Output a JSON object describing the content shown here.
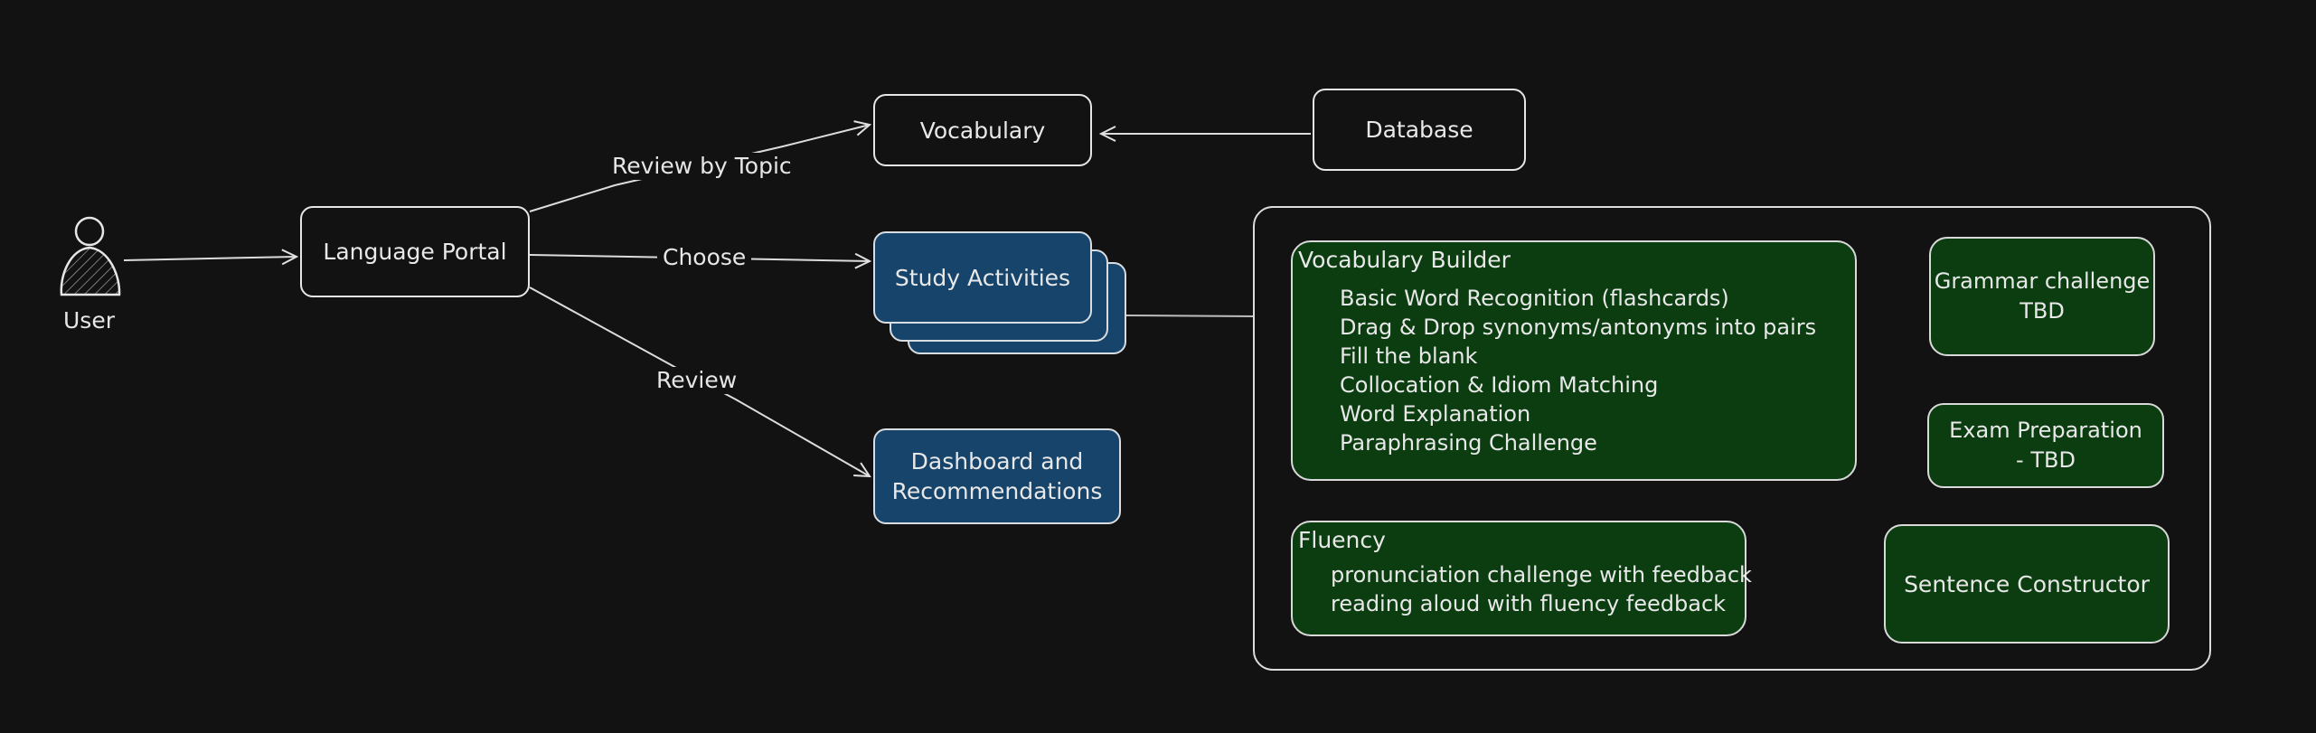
{
  "diagram": {
    "actor": {
      "label": "User"
    },
    "nodes": {
      "language_portal": "Language Portal",
      "vocabulary": "Vocabulary",
      "database": "Database",
      "study_activities": "Study Activities",
      "dashboard": "Dashboard and\nRecommendations"
    },
    "edges": {
      "review_by_topic": "Review by Topic",
      "choose": "Choose",
      "review": "Review"
    },
    "activities": {
      "vocabulary_builder": {
        "title": "Vocabulary Builder",
        "items": [
          "Basic Word Recognition (flashcards)",
          "Drag & Drop synonyms/antonyms into pairs",
          "Fill the blank",
          "Collocation & Idiom Matching",
          "Word Explanation",
          "Paraphrasing Challenge"
        ]
      },
      "fluency": {
        "title": "Fluency",
        "items": [
          "pronunciation challenge with feedback",
          "reading aloud with fluency feedback"
        ]
      },
      "grammar_challenge": "Grammar challenge\nTBD",
      "exam_preparation": "Exam Preparation\n- TBD",
      "sentence_constructor": "Sentence Constructor"
    }
  },
  "colors": {
    "background": "#121212",
    "stroke": "#e6e6e6",
    "blue_fill": "#16446b",
    "green_fill": "#0b3d11"
  }
}
